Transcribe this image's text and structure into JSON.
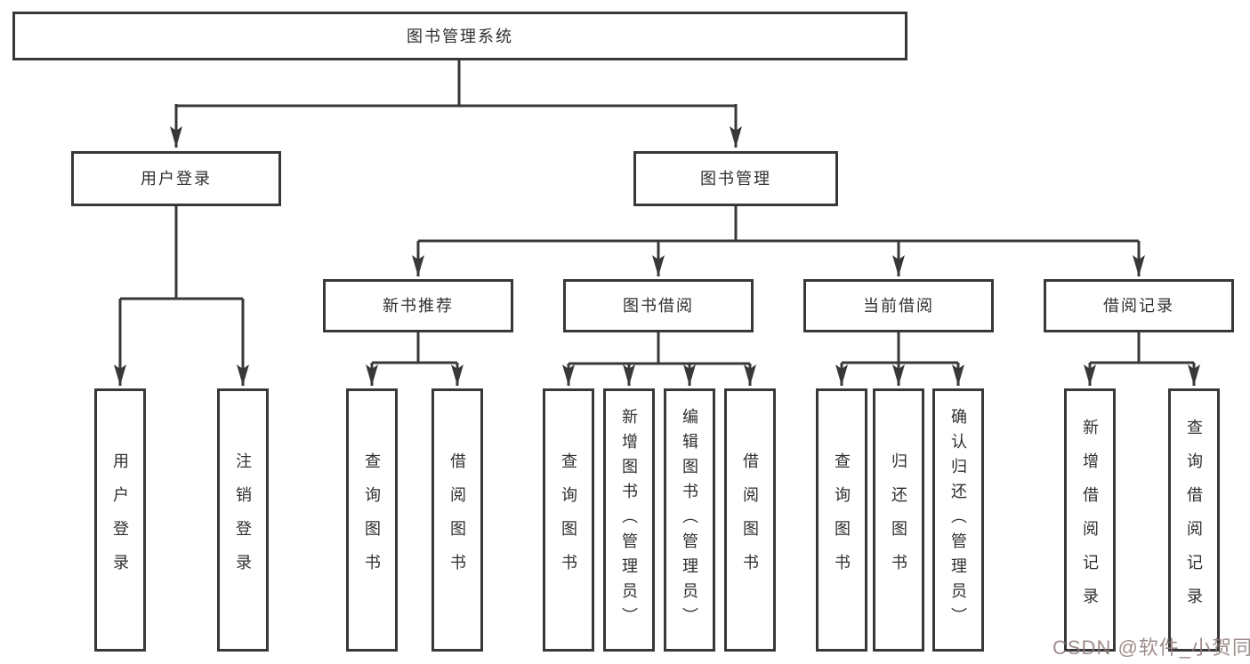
{
  "diagram": {
    "title_node": {
      "label": "图书管理系统"
    },
    "level2": [
      {
        "id": "user_login",
        "label": "用户登录"
      },
      {
        "id": "book_management",
        "label": "图书管理"
      }
    ],
    "level3": [
      {
        "id": "new_book_recommend",
        "label": "新书推荐"
      },
      {
        "id": "book_borrow",
        "label": "图书借阅"
      },
      {
        "id": "current_borrow",
        "label": "当前借阅"
      },
      {
        "id": "borrow_records",
        "label": "借阅记录"
      }
    ],
    "leaves": {
      "user_login": [
        {
          "label": "用户登录"
        },
        {
          "label": "注销登录"
        }
      ],
      "new_book_recommend": [
        {
          "label": "查询图书"
        },
        {
          "label": "借阅图书"
        }
      ],
      "book_borrow": [
        {
          "label": "查询图书"
        },
        {
          "label": "新增图书（管理员）"
        },
        {
          "label": "编辑图书（管理员）"
        },
        {
          "label": "借阅图书"
        }
      ],
      "current_borrow": [
        {
          "label": "查询图书"
        },
        {
          "label": "归还图书"
        },
        {
          "label": "确认归还（管理员）"
        }
      ],
      "borrow_records": [
        {
          "label": "新增借阅记录"
        },
        {
          "label": "查询借阅记录"
        }
      ]
    }
  },
  "watermark": {
    "text": "CSDN @软件_小贺同学"
  },
  "colors": {
    "line": "#383838",
    "box_border": "#383838",
    "text": "#2f2f2f",
    "watermark": "#8e7878",
    "background": "#ffffff"
  }
}
